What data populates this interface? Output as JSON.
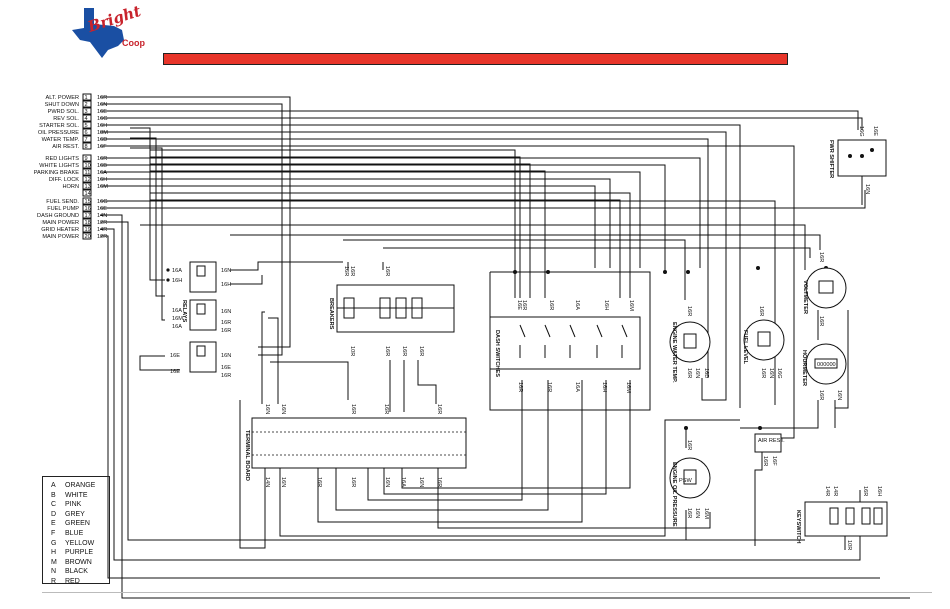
{
  "logo": {
    "script_text": "Bright",
    "sub_text": "Coop",
    "state_shape_color": "#1a4fa3",
    "text_color": "#c8232c"
  },
  "header_bar": {
    "color": "#e8352a"
  },
  "connector_pins": [
    {
      "n": "1",
      "label": "ALT. POWER",
      "wire": "16R"
    },
    {
      "n": "2",
      "label": "SHUT DOWN",
      "wire": "16N"
    },
    {
      "n": "3",
      "label": "PWRD SOL.",
      "wire": "16E"
    },
    {
      "n": "4",
      "label": "REV SOL.",
      "wire": "16G"
    },
    {
      "n": "5",
      "label": "STARTER SOL.",
      "wire": "16H"
    },
    {
      "n": "6",
      "label": "OIL PRESSURE",
      "wire": "18M"
    },
    {
      "n": "7",
      "label": "WATER TEMP.",
      "wire": "16D"
    },
    {
      "n": "8",
      "label": "AIR REST.",
      "wire": "16F"
    },
    {
      "n": "9",
      "label": "RED LIGHTS",
      "wire": "16R"
    },
    {
      "n": "10",
      "label": "WHITE LIGHTS",
      "wire": "16B"
    },
    {
      "n": "11",
      "label": "PARKING BRAKE",
      "wire": "16A"
    },
    {
      "n": "12",
      "label": "DIFF. LOCK",
      "wire": "16H"
    },
    {
      "n": "13",
      "label": "HORN",
      "wire": "16M"
    },
    {
      "n": "14",
      "label": "",
      "wire": ""
    },
    {
      "n": "15",
      "label": "FUEL SEND.",
      "wire": "16G"
    },
    {
      "n": "16",
      "label": "FUEL PUMP",
      "wire": "16E"
    },
    {
      "n": "17",
      "label": "DASH GROUND",
      "wire": "14N"
    },
    {
      "n": "18",
      "label": "MAIN POWER",
      "wire": "12R"
    },
    {
      "n": "19",
      "label": "GRID HEATER",
      "wire": "14R"
    },
    {
      "n": "20",
      "label": "MAIN POWER",
      "wire": "12R"
    }
  ],
  "components": {
    "relays": "RELAYS",
    "breakers": "BREAKERS",
    "dash_switches": "DASH SWITCHES",
    "terminal_board": "TERMINAL BOARD",
    "engine_water_temp": "ENGINE WATER TEMP.",
    "fuel_level": "FUEL LEVEL",
    "voltmeter": "VOLTMETER",
    "hourmeter": "HOURMETER",
    "fwr_shifter": "FWR SHIFTER",
    "engine_oil_pressure": "ENGINE OIL PRESSURE",
    "air_rest": "AIR REST.",
    "keyswitch": "KEYSWITCH",
    "psw": "PSW",
    "hourmeter_digits": "000000"
  },
  "relay_wires": {
    "r1_left": [
      "16A",
      "16H"
    ],
    "r1_right": [
      "16N",
      "16H"
    ],
    "r2_left": [
      "16A",
      "16M",
      "16A"
    ],
    "r2_right": [
      "16N",
      "16R",
      "16R"
    ],
    "r3_left": [
      "16E",
      "16E"
    ],
    "r3_right": [
      "16N",
      "16E",
      "16R"
    ]
  },
  "breaker_wires": {
    "top": [
      "16R",
      "16R",
      "16R"
    ],
    "bottom": [
      "10R",
      "16R",
      "16R",
      "16R"
    ]
  },
  "switch_wires": {
    "top": [
      "16E",
      "16R",
      "16R",
      "16A",
      "16H",
      "16M"
    ],
    "bottom": [
      "16R",
      "16R",
      "16A",
      "16H",
      "16M"
    ]
  },
  "terminal_wires": {
    "top": [
      "16N",
      "16N",
      "16R",
      "16R",
      "16R"
    ],
    "bottom": [
      "14N",
      "16N",
      "16R",
      "16R",
      "16N",
      "16A",
      "16N",
      "16R"
    ]
  },
  "gauge_wires": {
    "water_temp": [
      "16R",
      "16R",
      "16N",
      "16D"
    ],
    "fuel_level": [
      "16R",
      "16R",
      "16N",
      "16G"
    ],
    "voltmeter": [
      "16R",
      "16R"
    ],
    "hourmeter": [
      "16R",
      "16N"
    ],
    "oil_pressure": [
      "16R",
      "16R",
      "16N",
      "16M"
    ],
    "air_rest": [
      "16R",
      "16F"
    ],
    "fwr": [
      "16G",
      "16E",
      "16N"
    ],
    "keyswitch": [
      "14R",
      "14R",
      "10R",
      "16R",
      "16H"
    ]
  },
  "legend": [
    {
      "k": "A",
      "v": "ORANGE"
    },
    {
      "k": "B",
      "v": "WHITE"
    },
    {
      "k": "C",
      "v": "PINK"
    },
    {
      "k": "D",
      "v": "GREY"
    },
    {
      "k": "E",
      "v": "GREEN"
    },
    {
      "k": "F",
      "v": "BLUE"
    },
    {
      "k": "G",
      "v": "YELLOW"
    },
    {
      "k": "H",
      "v": "PURPLE"
    },
    {
      "k": "M",
      "v": "BROWN"
    },
    {
      "k": "N",
      "v": "BLACK"
    },
    {
      "k": "R",
      "v": "RED"
    }
  ]
}
